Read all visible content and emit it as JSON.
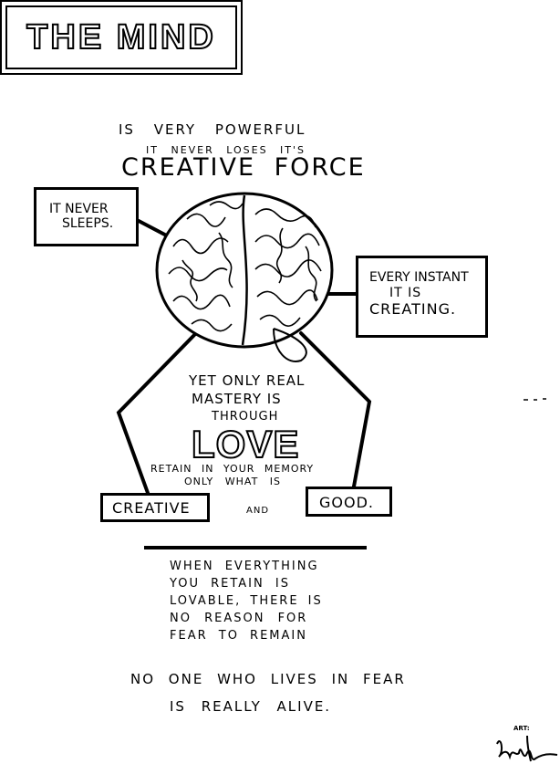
{
  "title": "THE MIND",
  "intro": {
    "line1": "IS VERY POWERFUL",
    "line2": "IT NEVER LOSES IT'S",
    "line3": "CREATIVE FORCE"
  },
  "callouts": {
    "left": [
      "IT NEVER",
      "SLEEPS."
    ],
    "right": [
      "EVERY INSTANT",
      "IT IS",
      "CREATING."
    ]
  },
  "center": {
    "line1": "YET ONLY REAL",
    "line2": "MASTERY IS",
    "line3": "THROUGH",
    "love": "LOVE",
    "line4": "RETAIN IN YOUR MEMORY",
    "line5": "ONLY WHAT IS",
    "creative": "CREATIVE",
    "and": "AND",
    "good": "GOOD."
  },
  "closing": {
    "lines": [
      "WHEN EVERYTHING",
      "YOU RETAIN IS",
      "LOVABLE, THERE IS",
      "NO REASON FOR",
      "FEAR TO REMAIN"
    ],
    "final1": "NO ONE WHO LIVES IN FEAR",
    "final2": "IS REALLY ALIVE."
  },
  "signature": {
    "label": "ART:",
    "name": "signature"
  }
}
